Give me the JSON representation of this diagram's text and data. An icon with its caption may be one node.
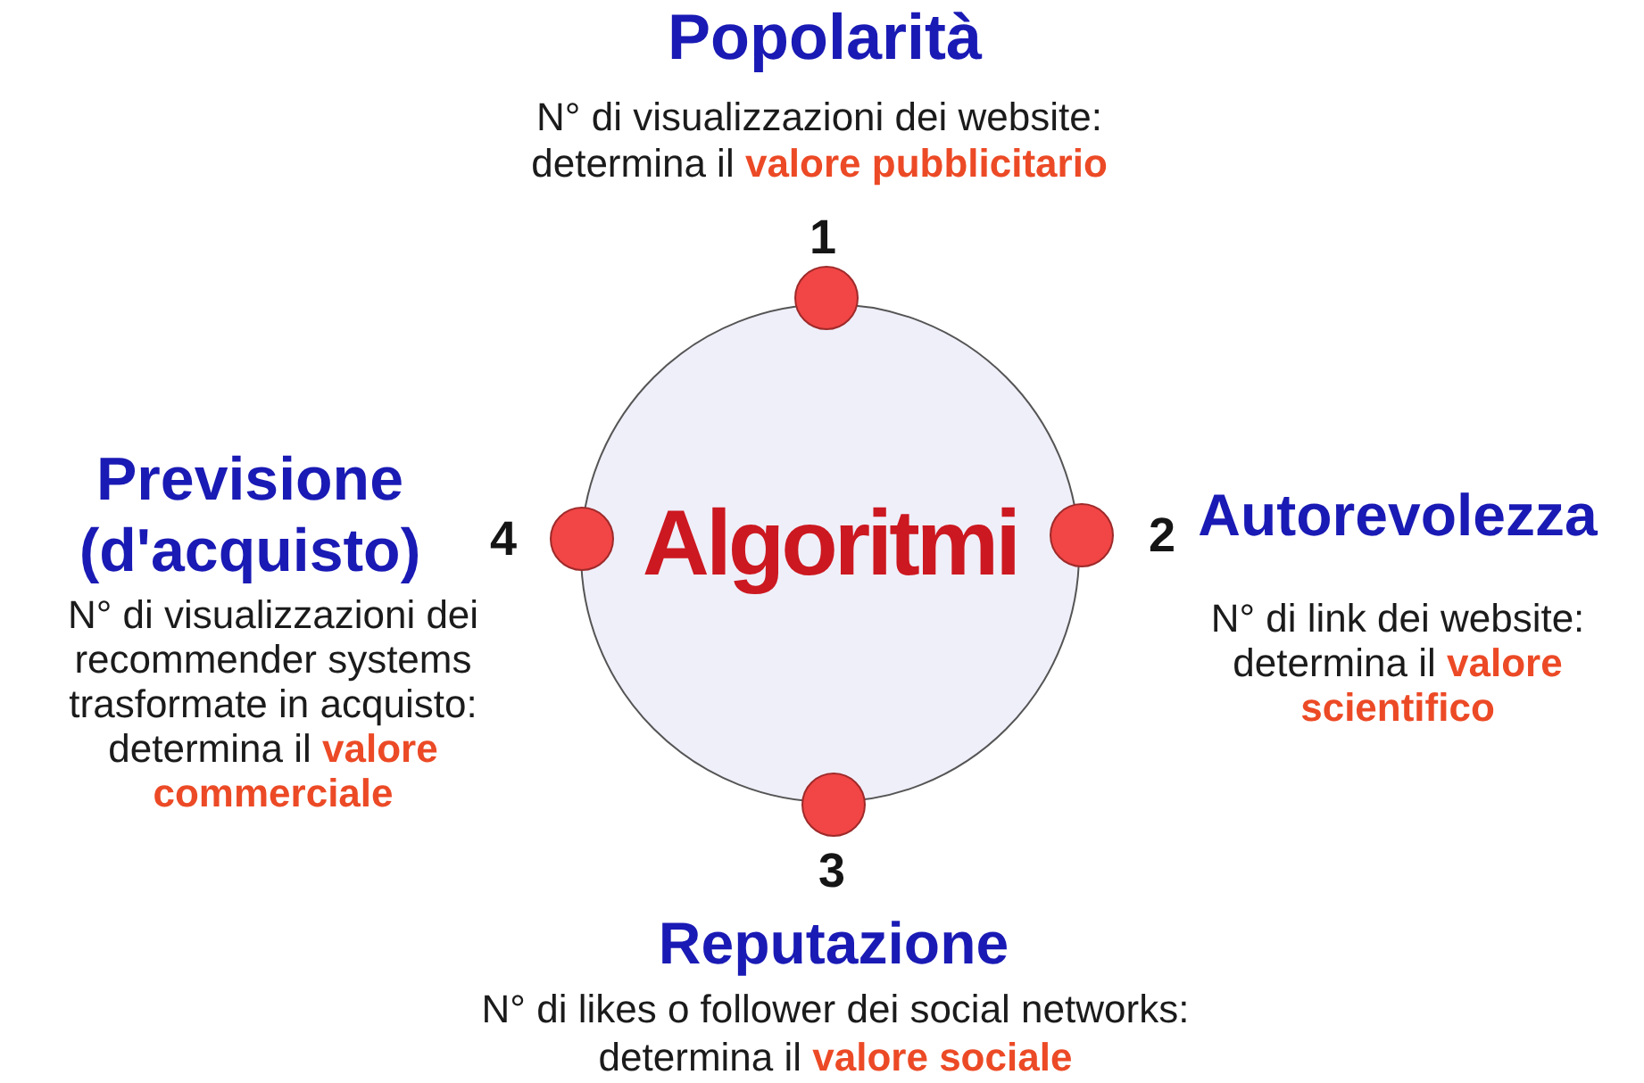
{
  "diagram": {
    "nodes": [
      {
        "text": [
          "Algoritmi"
        ]
      },
      {
        "text": [],
        "shape": "circle",
        "beside": [
          "1",
          "Popolarità",
          "N° di visualizzazioni dei website: determina il **valore pubblicitario**"
        ]
      },
      {
        "text": [],
        "shape": "circle",
        "beside": [
          "2",
          "Autorevolezza",
          "N° di link dei website: determina il **valore scientifico**"
        ]
      },
      {
        "text": [],
        "shape": "circle",
        "beside": [
          "3",
          "Reputazione",
          "N° di likes o follower dei social networks: determina il **valore sociale**"
        ]
      },
      {
        "text": [],
        "shape": "circle",
        "beside": [
          "4",
          "Previsione (d'acquisto)",
          "N° di visualizzazioni dei recommender systems trasformate in acquisto: determina il **valore commerciale**"
        ]
      }
    ]
  }
}
